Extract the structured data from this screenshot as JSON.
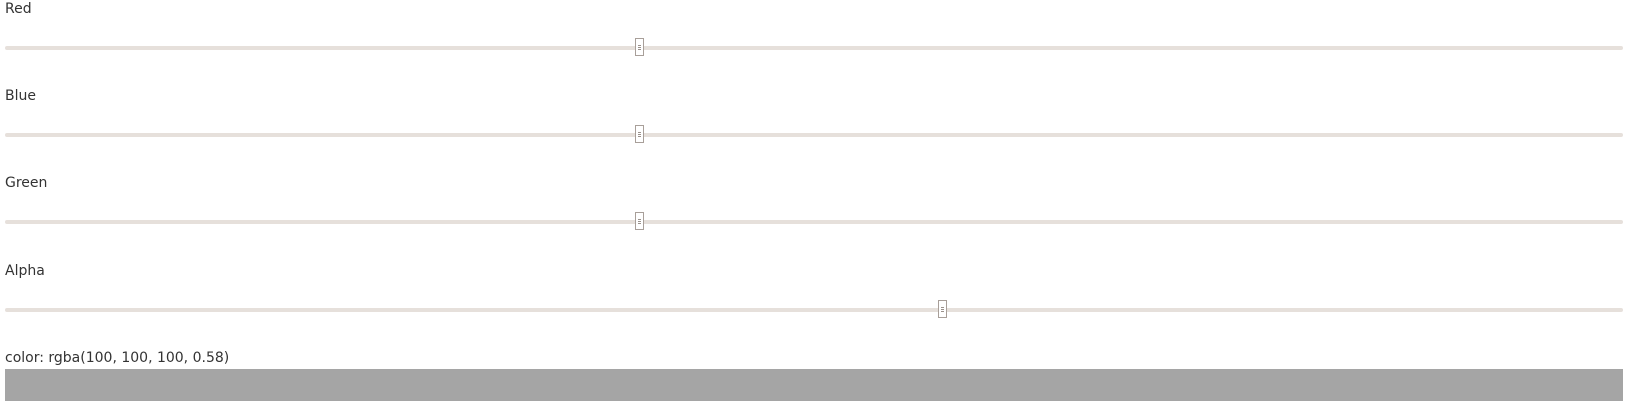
{
  "sliders": [
    {
      "label": "Red",
      "value": 100,
      "min": 0,
      "max": 255
    },
    {
      "label": "Blue",
      "value": 100,
      "min": 0,
      "max": 255
    },
    {
      "label": "Green",
      "value": 100,
      "min": 0,
      "max": 255
    },
    {
      "label": "Alpha",
      "value": 0.58,
      "min": 0,
      "max": 1
    }
  ],
  "color": {
    "text": "color: rgba(100, 100, 100, 0.58)",
    "value": "rgba(100, 100, 100, 0.58)"
  },
  "colors": {
    "track": "#e6e0db",
    "thumb_border": "#a89f99",
    "text": "#333333"
  }
}
